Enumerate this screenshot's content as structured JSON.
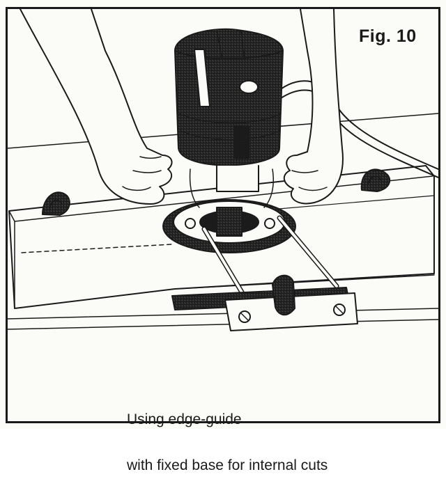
{
  "figure": {
    "label": "Fig. 10",
    "caption_lines": [
      "Using edge-guide",
      "with fixed base for internal cuts"
    ]
  },
  "colors": {
    "ink": "#1a1a1a",
    "paper": "#fbfbf8",
    "shade": "#bdbdb6"
  }
}
